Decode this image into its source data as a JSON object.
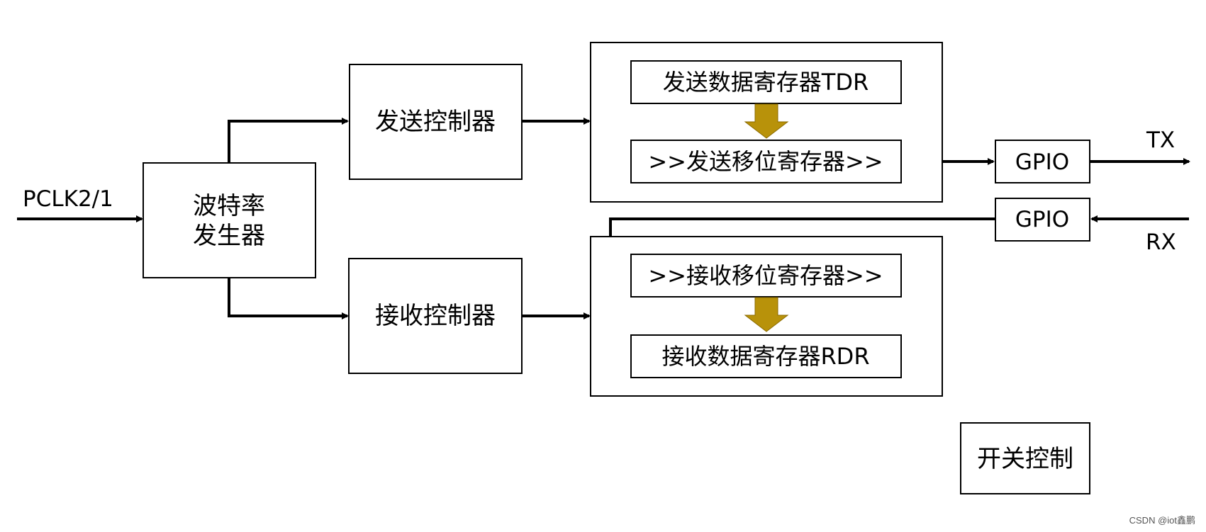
{
  "inputs": {
    "clock": "PCLK2/1"
  },
  "blocks": {
    "baud_generator": [
      "波特率",
      "发生器"
    ],
    "tx_controller": "发送控制器",
    "rx_controller": "接收控制器",
    "tdr": "发送数据寄存器TDR",
    "tx_shift": ">>发送移位寄存器>>",
    "rx_shift": ">>接收移位寄存器>>",
    "rdr": "接收数据寄存器RDR",
    "tx_gpio": "GPIO",
    "rx_gpio": "GPIO",
    "switch_control": "开关控制"
  },
  "pins": {
    "tx": "TX",
    "rx": "RX"
  },
  "colors": {
    "transfer_arrow": "#B8920A",
    "transfer_arrow_stroke": "#8A6A00",
    "line": "#000000"
  },
  "watermark": "CSDN @iot鑫鹏"
}
